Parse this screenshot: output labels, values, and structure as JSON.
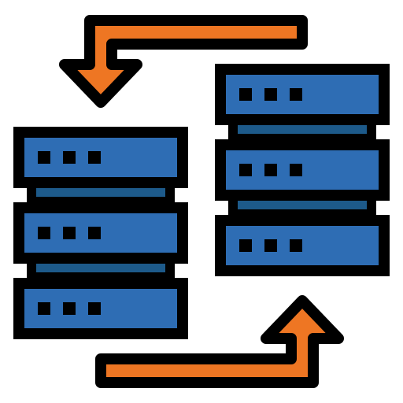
{
  "icon": {
    "name": "server-data-transfer-icon",
    "colors": {
      "outline": "#000000",
      "server_panel": "#2e6db4",
      "server_connector": "#1d5a8a",
      "arrow": "#ee7623",
      "indicator_dot": "#000000",
      "background": "#ffffff"
    },
    "servers": [
      {
        "name": "left-server",
        "unit_count": 3,
        "dots_per_unit": 3
      },
      {
        "name": "right-server",
        "unit_count": 3,
        "dots_per_unit": 3
      }
    ],
    "arrows": [
      {
        "name": "arrow-to-left-server",
        "direction": "down-left"
      },
      {
        "name": "arrow-to-right-server",
        "direction": "up-right"
      }
    ]
  }
}
